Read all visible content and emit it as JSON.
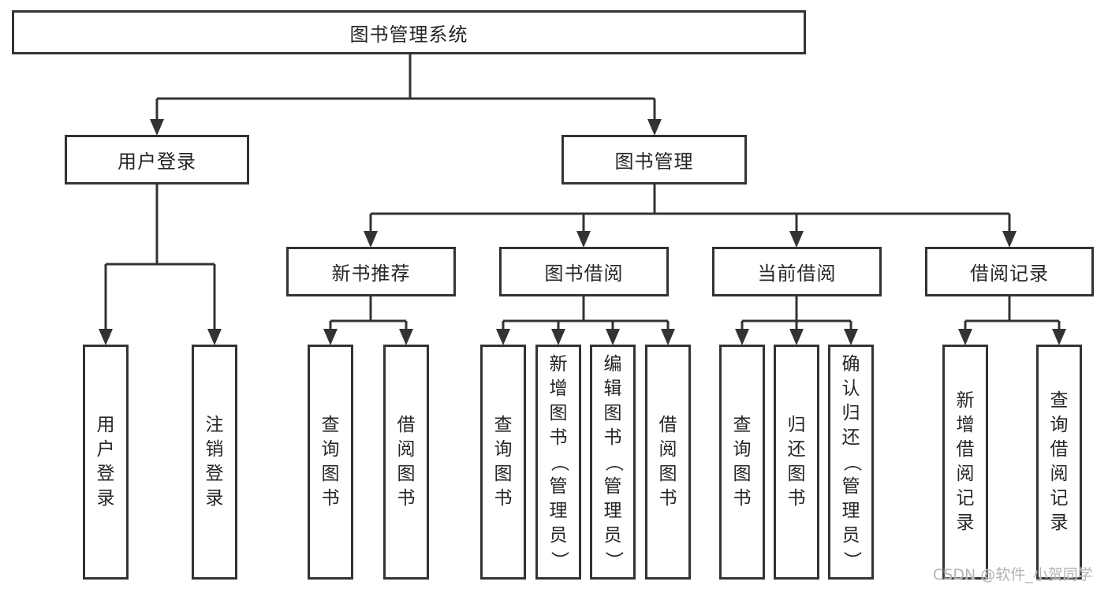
{
  "tree": {
    "root": "图书管理系统",
    "branches": [
      {
        "label": "用户登录",
        "children": [
          "用户登录",
          "注销登录"
        ]
      },
      {
        "label": "图书管理",
        "groups": [
          {
            "label": "新书推荐",
            "children": [
              "查询图书",
              "借阅图书"
            ]
          },
          {
            "label": "图书借阅",
            "children": [
              "查询图书",
              "新增图书（管理员）",
              "编辑图书（管理员）",
              "借阅图书"
            ]
          },
          {
            "label": "当前借阅",
            "children": [
              "查询图书",
              "归还图书",
              "确认归还（管理员）"
            ]
          },
          {
            "label": "借阅记录",
            "children": [
              "新增借阅记录",
              "查询借阅记录"
            ]
          }
        ]
      }
    ]
  },
  "colors": {
    "line": "#333333",
    "text": "#262626",
    "watermark": "#b0b3b8"
  },
  "watermark": "CSDN @软件_小贺同学"
}
